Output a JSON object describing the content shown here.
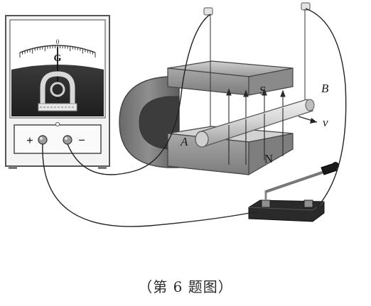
{
  "galvanometer": {
    "symbol": "G",
    "scale_zero": "0",
    "plus_label": "+",
    "minus_label": "−"
  },
  "magnet": {
    "south_label": "S",
    "north_label": "N"
  },
  "rod": {
    "end_a_label": "A",
    "end_b_label": "B",
    "velocity_label": "v"
  },
  "caption": "（第 6 题图）"
}
